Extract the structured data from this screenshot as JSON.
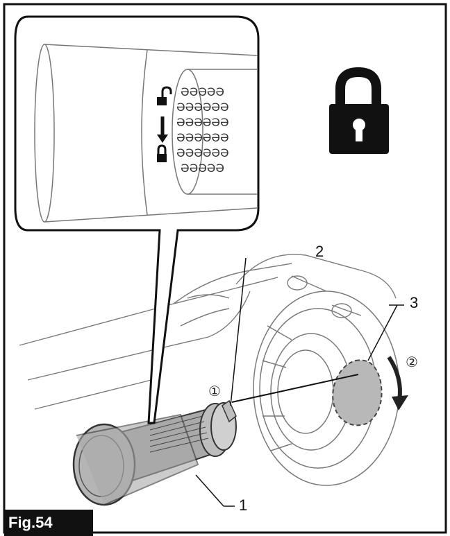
{
  "figure": {
    "label": "Fig.54",
    "callouts": {
      "one": "1",
      "two": "2",
      "three": "3"
    },
    "steps": {
      "step1": "①",
      "step2": "②"
    },
    "icons": [
      "lock-icon",
      "unlock-icon",
      "rotate-arrow-icon"
    ],
    "colors": {
      "ink": "#111111",
      "fill_gray": "#b3b3b3",
      "background": "#ffffff"
    }
  }
}
